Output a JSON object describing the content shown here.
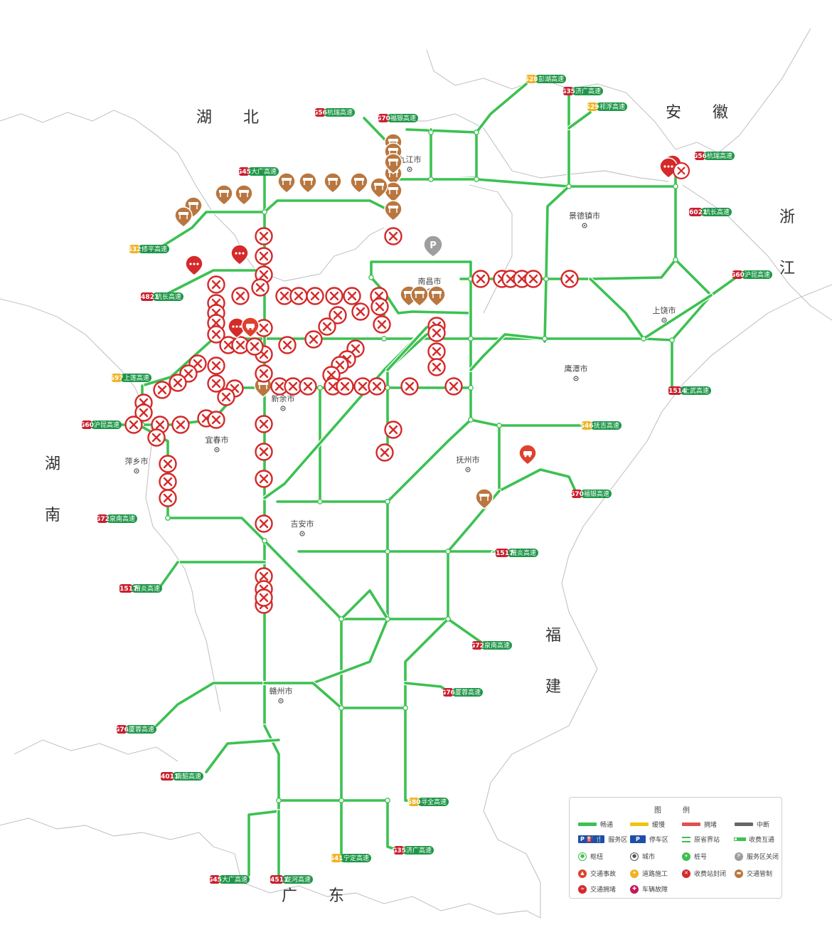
{
  "provinces": [
    {
      "id": "hubei",
      "label": "湖　　北"
    },
    {
      "id": "anhui",
      "label": "安　　徽"
    },
    {
      "id": "zhe",
      "label": "浙"
    },
    {
      "id": "jiang",
      "label": "江"
    },
    {
      "id": "hu",
      "label": "湖"
    },
    {
      "id": "nan",
      "label": "南"
    },
    {
      "id": "fu",
      "label": "福"
    },
    {
      "id": "jian",
      "label": "建"
    },
    {
      "id": "guangdong",
      "label": "广　　东"
    }
  ],
  "cities": [
    {
      "id": "jiujiang",
      "label": "九江市"
    },
    {
      "id": "jingdezhen",
      "label": "景德镇市"
    },
    {
      "id": "nanchang",
      "label": "南昌市"
    },
    {
      "id": "shangrao",
      "label": "上饶市"
    },
    {
      "id": "yingtan",
      "label": "鹰潭市"
    },
    {
      "id": "xinyu",
      "label": "新余市"
    },
    {
      "id": "yichun",
      "label": "宜春市"
    },
    {
      "id": "pingxiang",
      "label": "萍乡市"
    },
    {
      "id": "fuzhou",
      "label": "抚州市"
    },
    {
      "id": "jian_city",
      "label": "吉安市"
    },
    {
      "id": "ganzhou",
      "label": "赣州市"
    }
  ],
  "routes": [
    {
      "id": "s28",
      "code": "S28",
      "name": "彭湖高速",
      "kind": "provincial"
    },
    {
      "id": "g35a",
      "code": "G35",
      "name": "济广高速",
      "kind": "national"
    },
    {
      "id": "s29",
      "code": "S29",
      "name": "祁浮高速",
      "kind": "provincial"
    },
    {
      "id": "g56a",
      "code": "G56",
      "name": "杭瑞高速",
      "kind": "national"
    },
    {
      "id": "g70a",
      "code": "G70",
      "name": "福银高速",
      "kind": "national"
    },
    {
      "id": "g56b",
      "code": "G56",
      "name": "杭瑞高速",
      "kind": "national"
    },
    {
      "id": "g45a",
      "code": "G45",
      "name": "大广高速",
      "kind": "national"
    },
    {
      "id": "g6021",
      "code": "G6021",
      "name": "杭长高速",
      "kind": "national"
    },
    {
      "id": "s32",
      "code": "S32",
      "name": "修平高速",
      "kind": "provincial"
    },
    {
      "id": "g4821",
      "code": "G4821",
      "name": "杭长高速",
      "kind": "national"
    },
    {
      "id": "g60a",
      "code": "G60",
      "name": "沪昆高速",
      "kind": "national"
    },
    {
      "id": "s97",
      "code": "S97",
      "name": "上莲高速",
      "kind": "provincial"
    },
    {
      "id": "g60b",
      "code": "G60",
      "name": "沪昆高速",
      "kind": "national"
    },
    {
      "id": "g1514",
      "code": "G1514",
      "name": "上武高速",
      "kind": "national"
    },
    {
      "id": "s46",
      "code": "S46",
      "name": "抚吉高速",
      "kind": "provincial"
    },
    {
      "id": "g70b",
      "code": "G70",
      "name": "福银高速",
      "kind": "national"
    },
    {
      "id": "g72a",
      "code": "G72",
      "name": "泉南高速",
      "kind": "national"
    },
    {
      "id": "g1517a",
      "code": "G1517",
      "name": "莆炎高速",
      "kind": "national"
    },
    {
      "id": "g1517b",
      "code": "G1517",
      "name": "莆炎高速",
      "kind": "national"
    },
    {
      "id": "g72b",
      "code": "G72",
      "name": "泉南高速",
      "kind": "national"
    },
    {
      "id": "g76a",
      "code": "G76",
      "name": "厦蓉高速",
      "kind": "national"
    },
    {
      "id": "g76b",
      "code": "G76",
      "name": "厦蓉高速",
      "kind": "national"
    },
    {
      "id": "g4011",
      "code": "G4011",
      "name": "南韶高速",
      "kind": "national"
    },
    {
      "id": "s80",
      "code": "S80",
      "name": "寻全高速",
      "kind": "provincial"
    },
    {
      "id": "g35b",
      "code": "G35",
      "name": "济广高速",
      "kind": "national"
    },
    {
      "id": "s41",
      "code": "S41",
      "name": "宁定高速",
      "kind": "provincial"
    },
    {
      "id": "g45b",
      "code": "G45",
      "name": "大广高速",
      "kind": "national"
    },
    {
      "id": "g4511",
      "code": "G4511",
      "name": "龙河高速",
      "kind": "national"
    }
  ],
  "colors": {
    "road_open": "#3cc152",
    "road_slow": "#f1c40f",
    "road_jam": "#e05050",
    "road_closed": "#666666",
    "national_shield": "#c8202e",
    "provincial_shield": "#f0b323",
    "route_name_bg": "#1e9648",
    "closure_marker": "#d42a2a",
    "control_marker": "#b9773f",
    "service_closed": "#9e9e9e",
    "boundary": "#b0b0b0"
  },
  "marker_counts": {
    "toll_station_closed": 96,
    "traffic_control": 25
  },
  "legend": {
    "title": "图　例",
    "items": [
      {
        "id": "open",
        "label": "畅通",
        "icon": "green-bar"
      },
      {
        "id": "slow",
        "label": "缓慢",
        "icon": "yellow-bar"
      },
      {
        "id": "jam",
        "label": "拥堵",
        "icon": "red-bar"
      },
      {
        "id": "closed",
        "label": "中断",
        "icon": "gray-bar"
      },
      {
        "id": "service",
        "label": "服务区",
        "icon": "service-area-icon"
      },
      {
        "id": "parking",
        "label": "停车区",
        "icon": "parking-icon"
      },
      {
        "id": "border_station",
        "label": "原省界站",
        "icon": "border-station-icon"
      },
      {
        "id": "toll_interchange",
        "label": "收费互通",
        "icon": "toll-interchange-icon"
      },
      {
        "id": "hub",
        "label": "枢纽",
        "icon": "hub-icon"
      },
      {
        "id": "city",
        "label": "城市",
        "icon": "city-icon"
      },
      {
        "id": "milestone",
        "label": "桩号",
        "icon": "milestone-icon"
      },
      {
        "id": "service_closed",
        "label": "服务区关闭",
        "icon": "service-closed-icon"
      },
      {
        "id": "accident",
        "label": "交通事故",
        "icon": "accident-icon"
      },
      {
        "id": "construction",
        "label": "道路施工",
        "icon": "construction-icon"
      },
      {
        "id": "toll_closed",
        "label": "收费站封闭",
        "icon": "toll-closed-icon"
      },
      {
        "id": "control",
        "label": "交通管制",
        "icon": "traffic-control-icon"
      },
      {
        "id": "congestion",
        "label": "交通拥堵",
        "icon": "congestion-icon"
      },
      {
        "id": "breakdown",
        "label": "车辆故障",
        "icon": "breakdown-icon"
      }
    ]
  }
}
